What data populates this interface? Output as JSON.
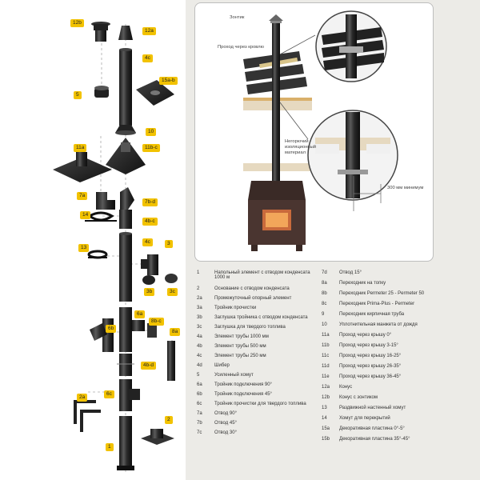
{
  "component_tags": [
    "12b",
    "12a",
    "4c",
    "15a-b",
    "5",
    "10",
    "11a",
    "11b-c",
    "7a",
    "7b-d",
    "14",
    "4b-c",
    "13",
    "4c",
    "3",
    "3b",
    "3c",
    "6a",
    "6b",
    "8b-c",
    "8a",
    "4b-d",
    "2a",
    "6c",
    "2",
    "1"
  ],
  "detail_callouts": {
    "top": "Зонтик",
    "roof": "Проход через кровлю",
    "insulation": "Негорючий изоляционный материал",
    "distance": "300 мм минимум"
  },
  "legend_left": [
    {
      "code": "1",
      "text": "Напольный элемент с отводом конденсата 1000 м"
    },
    {
      "code": "2",
      "text": "Основание с отводом конденсата"
    },
    {
      "code": "2a",
      "text": "Промежуточный опорный элемент"
    },
    {
      "code": "3a",
      "text": "Тройник прочистки"
    },
    {
      "code": "3b",
      "text": "Заглушка тройника с отводом конденсата"
    },
    {
      "code": "3c",
      "text": "Заглушка для твердого топлива"
    },
    {
      "code": "4a",
      "text": "Элемент трубы 1000 мм"
    },
    {
      "code": "4b",
      "text": "Элемент трубы 500 мм"
    },
    {
      "code": "4c",
      "text": "Элемент трубы 250 мм"
    },
    {
      "code": "4d",
      "text": "Шибер"
    },
    {
      "code": "5",
      "text": "Усиленный хомут"
    },
    {
      "code": "6a",
      "text": "Тройник подключения 90°"
    },
    {
      "code": "6b",
      "text": "Тройник подключения 45°"
    },
    {
      "code": "6c",
      "text": "Тройник прочистки для твердого топлива"
    },
    {
      "code": "7a",
      "text": "Отвод 90°"
    },
    {
      "code": "7b",
      "text": "Отвод 45°"
    },
    {
      "code": "7c",
      "text": "Отвод 30°"
    }
  ],
  "legend_right": [
    {
      "code": "7d",
      "text": "Отвод 15°"
    },
    {
      "code": "8a",
      "text": "Переходник на топку"
    },
    {
      "code": "8b",
      "text": "Переходник Permeter 25 - Permeter 50"
    },
    {
      "code": "8c",
      "text": "Переходник Prima-Plus - Permeter"
    },
    {
      "code": "9",
      "text": "Переходник кирпичная труба"
    },
    {
      "code": "10",
      "text": "Уплотнительная манжета от дождя"
    },
    {
      "code": "11a",
      "text": "Проход через крышу 0°"
    },
    {
      "code": "11b",
      "text": "Проход через крышу 3-15°"
    },
    {
      "code": "11c",
      "text": "Проход через крышу 16-25°"
    },
    {
      "code": "11d",
      "text": "Проход через крышу 26-35°"
    },
    {
      "code": "11e",
      "text": "Проход через крышу 36-45°"
    },
    {
      "code": "12a",
      "text": "Конус"
    },
    {
      "code": "12b",
      "text": "Конус с зонтиком"
    },
    {
      "code": "13",
      "text": "Раздвижной настенный хомут"
    },
    {
      "code": "14",
      "text": "Хомут для перекрытий"
    },
    {
      "code": "15a",
      "text": "Декоративная пластина 0°-5°"
    },
    {
      "code": "15b",
      "text": "Декоративная пластина 35°-45°"
    }
  ]
}
